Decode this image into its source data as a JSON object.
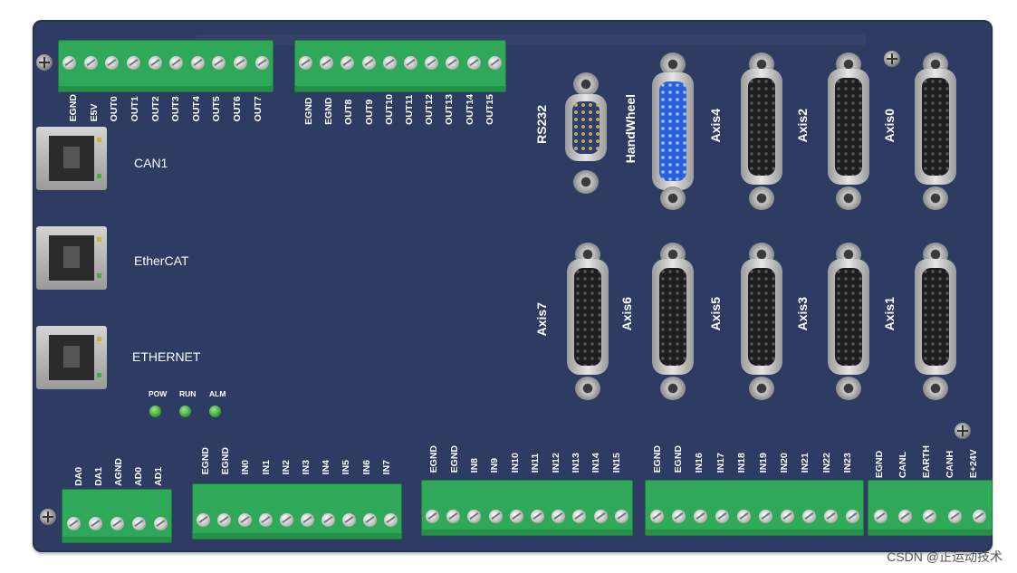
{
  "top_block_1": [
    "EGND",
    "E5V",
    "OUT0",
    "OUT1",
    "OUT2",
    "OUT3",
    "OUT4",
    "OUT5",
    "OUT6",
    "OUT7"
  ],
  "top_block_2": [
    "EGND",
    "EGND",
    "OUT8",
    "OUT9",
    "OUT10",
    "OUT11",
    "OUT12",
    "OUT13",
    "OUT14",
    "OUT15"
  ],
  "ports": {
    "can1": "CAN1",
    "ethercat": "EtherCAT",
    "ethernet": "ETHERNET"
  },
  "leds": {
    "pow": "POW",
    "run": "RUN",
    "alm": "ALM"
  },
  "connectors_top": {
    "rs232": "RS232",
    "handwheel": "HandWheel",
    "axis4": "Axis4",
    "axis2": "Axis2",
    "axis0": "Axis0"
  },
  "connectors_bottom": {
    "axis7": "Axis7",
    "axis6": "Axis6",
    "axis5": "Axis5",
    "axis3": "Axis3",
    "axis1": "Axis1"
  },
  "bottom_block_1": [
    "DA0",
    "DA1",
    "AGND",
    "AD0",
    "AD1"
  ],
  "bottom_block_2": [
    "EGND",
    "EGND",
    "IN0",
    "IN1",
    "IN2",
    "IN3",
    "IN4",
    "IN5",
    "IN6",
    "IN7"
  ],
  "bottom_block_3": [
    "EGND",
    "EGND",
    "IN8",
    "IN9",
    "IN10",
    "IN11",
    "IN12",
    "IN13",
    "IN14",
    "IN15"
  ],
  "bottom_block_4": [
    "EGND",
    "EGND",
    "IN16",
    "IN17",
    "IN18",
    "IN19",
    "IN20",
    "IN21",
    "IN22",
    "IN23"
  ],
  "bottom_block_5": [
    "EGND",
    "CANL",
    "EARTH",
    "CANH",
    "E+24V"
  ],
  "watermark": "CSDN @正运动技术",
  "colors": {
    "board": "#2e3b62",
    "terminal": "#2fa85a",
    "led": "#2f9b2b",
    "handwheel_face": "#2b5fd9"
  }
}
